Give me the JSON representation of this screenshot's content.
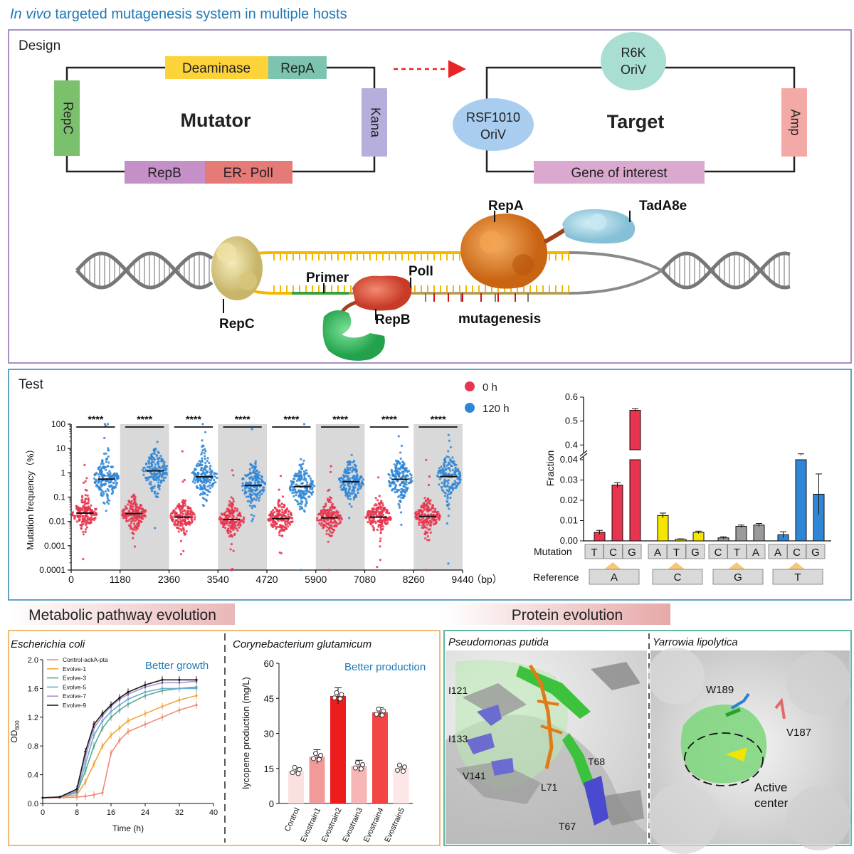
{
  "title": {
    "italic": "In vivo",
    "rest": " targeted mutagenesis system in multiple hosts"
  },
  "design": {
    "label": "Design",
    "mutator": {
      "name": "Mutator",
      "deaminase": "Deaminase",
      "repa": "RepA",
      "repc": "RepC",
      "kana": "Kana",
      "repb": "RepB",
      "erpol": "ER- PolI"
    },
    "target": {
      "name": "Target",
      "r6k_1": "R6K",
      "r6k_2": "OriV",
      "rsf_1": "RSF1010",
      "rsf_2": "OriV",
      "amp": "Amp",
      "goi": "Gene of interest"
    },
    "mech": {
      "repa": "RepA",
      "tada": "TadA8e",
      "poli": "PolI",
      "primer": "Primer",
      "repc": "RepC",
      "repb": "RepB",
      "mutagenesis": "mutagenesis"
    }
  },
  "test": {
    "label": "Test",
    "legend": [
      {
        "name": "0 h",
        "color": "#e8344e"
      },
      {
        "name": "120 h",
        "color": "#2f86d6"
      }
    ],
    "sig": "****",
    "ylabel": "Mutation frequency（%）",
    "yticks": [
      "100",
      "10",
      "1",
      "0.1",
      "0.01",
      "0.001",
      "0.0001"
    ],
    "xticks": [
      "0",
      "1180",
      "2360",
      "3540",
      "4720",
      "5900",
      "7080",
      "8260",
      "9440"
    ],
    "xunit": "（bp）",
    "bar_ylabel": "Fraction",
    "mutation_label": "Mutation",
    "reference_label": "Reference",
    "mut_letters": [
      [
        "T",
        "C",
        "G"
      ],
      [
        "A",
        "T",
        "G"
      ],
      [
        "C",
        "T",
        "A"
      ],
      [
        "A",
        "C",
        "G"
      ]
    ],
    "ref_letters": [
      "A",
      "C",
      "G",
      "T"
    ]
  },
  "metabolic": {
    "header": "Metabolic pathway evolution",
    "ecoli": "Escherichia coli",
    "better_growth": "Better growth",
    "od_label": "OD",
    "od_sub": "600",
    "time_label": "Time (h)",
    "cglut": "Corynebacterium glutamicum",
    "better_production": "Better production",
    "lyc_label": "lycopene production (mg/L)"
  },
  "protein": {
    "header": "Protein evolution",
    "pputida": "Pseudomonas putida",
    "ylipo": "Yarrowia lipolytica",
    "res_left": [
      "I121",
      "I133",
      "V141",
      "L71",
      "T68",
      "T67"
    ],
    "res_right": [
      "W189",
      "V187"
    ],
    "active1": "Active",
    "active2": "center"
  },
  "chart_data": [
    {
      "type": "scatter",
      "title": "",
      "x": [
        "0-1180",
        "1180-2360",
        "2360-3540",
        "3540-4720",
        "4720-5900",
        "5900-7080",
        "7080-8260",
        "8260-9440"
      ],
      "xlabel": "(bp)",
      "ylabel": "Mutation frequency (%)",
      "yscale": "log",
      "ylim": [
        0.0001,
        100
      ],
      "series": [
        {
          "name": "0 h",
          "median": [
            0.022,
            0.021,
            0.015,
            0.012,
            0.013,
            0.014,
            0.015,
            0.016
          ]
        },
        {
          "name": "120 h",
          "median": [
            0.55,
            1.2,
            0.68,
            0.3,
            0.27,
            0.43,
            0.54,
            0.7
          ]
        }
      ]
    },
    {
      "type": "bar",
      "categories": [
        "A>T",
        "A>C",
        "A>G",
        "C>A",
        "C>T",
        "C>G",
        "G>C",
        "G>T",
        "G>A",
        "T>A",
        "T>C",
        "T>G"
      ],
      "values": [
        0.0042,
        0.0275,
        0.545,
        0.0125,
        0.0008,
        0.0042,
        0.0015,
        0.0072,
        0.0078,
        0.003,
        0.36,
        0.023
      ],
      "errors": [
        0.001,
        0.0012,
        0.006,
        0.0012,
        0.0002,
        0.0006,
        0.0005,
        0.0006,
        0.0008,
        0.0015,
        0.003,
        0.01
      ],
      "colors": [
        "#e8344e",
        "#e8344e",
        "#e8344e",
        "#f5e600",
        "#f5e600",
        "#f5e600",
        "#9a9a9a",
        "#9a9a9a",
        "#9a9a9a",
        "#2f86d6",
        "#2f86d6",
        "#2f86d6"
      ],
      "ylabel": "Fraction",
      "ylim": [
        0,
        0.6
      ],
      "axis_break": [
        0.04,
        0.38
      ],
      "yticks": [
        0,
        0.01,
        0.02,
        0.03,
        0.04,
        0.4,
        0.5,
        0.6
      ]
    },
    {
      "type": "line",
      "title": "Escherichia coli",
      "xlabel": "Time (h)",
      "ylabel": "OD600",
      "xlim": [
        0,
        40
      ],
      "ylim": [
        0,
        2.0
      ],
      "xticks": [
        0,
        8,
        16,
        24,
        32,
        40
      ],
      "yticks": [
        0.0,
        0.4,
        0.8,
        1.2,
        1.6,
        2.0
      ],
      "series": [
        {
          "name": "Control-ackA-pta",
          "color": "#ef8a7a",
          "x": [
            0,
            4,
            8,
            10,
            12,
            14,
            16,
            18,
            20,
            24,
            28,
            32,
            36
          ],
          "y": [
            0.08,
            0.08,
            0.09,
            0.1,
            0.12,
            0.15,
            0.7,
            0.88,
            1.0,
            1.1,
            1.2,
            1.3,
            1.37
          ]
        },
        {
          "name": "Evolve-1",
          "color": "#f2a43a",
          "x": [
            0,
            4,
            8,
            10,
            12,
            14,
            16,
            18,
            20,
            24,
            28,
            32,
            36
          ],
          "y": [
            0.08,
            0.09,
            0.12,
            0.3,
            0.55,
            0.8,
            0.95,
            1.05,
            1.15,
            1.25,
            1.35,
            1.44,
            1.5
          ]
        },
        {
          "name": "Evolve-3",
          "color": "#5fa88d",
          "x": [
            0,
            4,
            8,
            10,
            12,
            14,
            16,
            18,
            20,
            24,
            28,
            32,
            36
          ],
          "y": [
            0.08,
            0.09,
            0.15,
            0.45,
            0.8,
            1.05,
            1.2,
            1.3,
            1.38,
            1.5,
            1.57,
            1.6,
            1.62
          ]
        },
        {
          "name": "Evolve-5",
          "color": "#6aaecd",
          "x": [
            0,
            4,
            8,
            10,
            12,
            14,
            16,
            18,
            20,
            24,
            28,
            32,
            36
          ],
          "y": [
            0.08,
            0.09,
            0.16,
            0.55,
            0.95,
            1.15,
            1.28,
            1.37,
            1.45,
            1.55,
            1.6,
            1.6,
            1.6
          ]
        },
        {
          "name": "Evolve-7",
          "color": "#b193d0",
          "x": [
            0,
            4,
            8,
            10,
            12,
            14,
            16,
            18,
            20,
            24,
            28,
            32,
            36
          ],
          "y": [
            0.08,
            0.09,
            0.18,
            0.65,
            1.05,
            1.22,
            1.35,
            1.45,
            1.52,
            1.62,
            1.68,
            1.68,
            1.7
          ]
        },
        {
          "name": "Evolve-9",
          "color": "#1c1c1c",
          "x": [
            0,
            4,
            8,
            10,
            12,
            14,
            16,
            18,
            20,
            24,
            28,
            32,
            36
          ],
          "y": [
            0.08,
            0.09,
            0.2,
            0.72,
            1.1,
            1.25,
            1.37,
            1.47,
            1.55,
            1.65,
            1.72,
            1.72,
            1.72
          ]
        }
      ]
    },
    {
      "type": "bar",
      "title": "Corynebacterium glutamicum",
      "categories": [
        "Control",
        "Evostrain1",
        "Evostrain2",
        "Evostrain3",
        "Evostrain4",
        "Evostrain5"
      ],
      "values": [
        14,
        20,
        46,
        16,
        39,
        15
      ],
      "errors": [
        1.2,
        3,
        3.5,
        2.5,
        2,
        0.8
      ],
      "colors": [
        "#fbe0e0",
        "#f29a9a",
        "#ee1d1d",
        "#f6b6b6",
        "#f24545",
        "#fde6e6"
      ],
      "ylabel": "lycopene production (mg/L)",
      "ylim": [
        0,
        60
      ],
      "yticks": [
        0,
        15,
        30,
        45,
        60
      ]
    }
  ]
}
